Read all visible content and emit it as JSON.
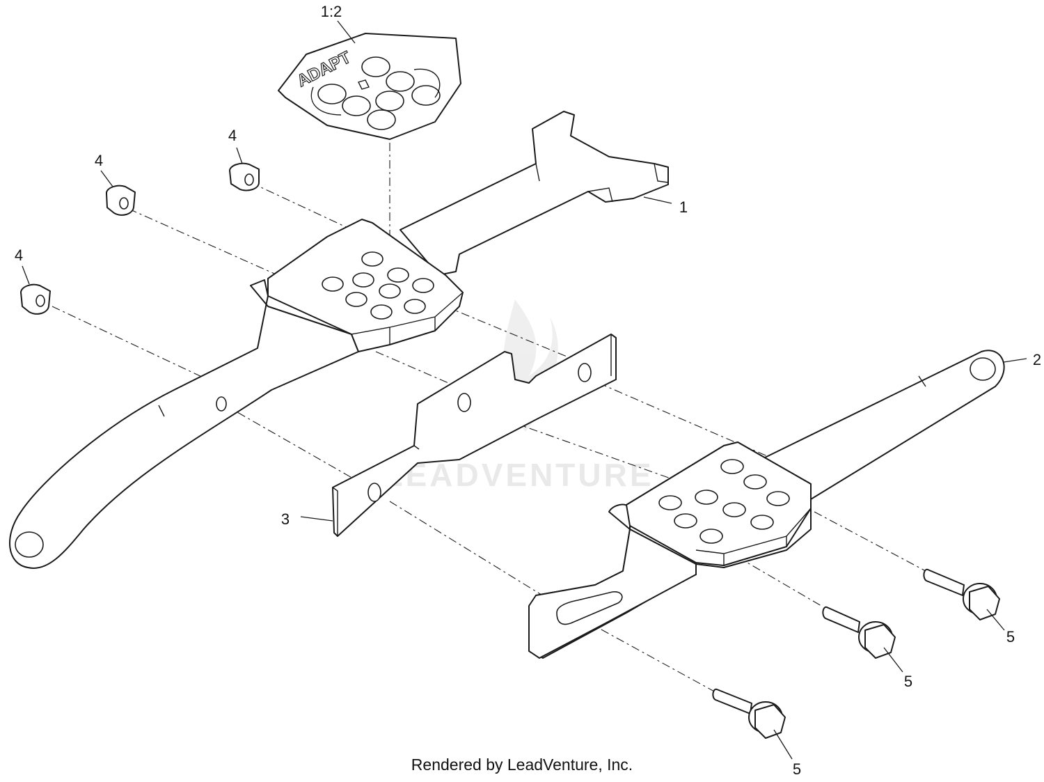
{
  "diagram": {
    "callouts": {
      "decal": "1:2",
      "upper_bracket": "1",
      "lower_bracket": "2",
      "plate": "3",
      "nut_a": "4",
      "nut_b": "4",
      "nut_c": "4",
      "bolt_a": "5",
      "bolt_b": "5",
      "bolt_c": "5"
    },
    "decal_brand": "ADAPT",
    "watermark": "LEADVENTURE",
    "footer": "Rendered by LeadVenture, Inc."
  },
  "colors": {
    "line": "#1a1a1a",
    "background": "#ffffff",
    "watermark": "#e9e9e9"
  },
  "icons": [
    "decal-icon",
    "nut-icon",
    "bolt-icon",
    "leadventure-logo-icon"
  ]
}
